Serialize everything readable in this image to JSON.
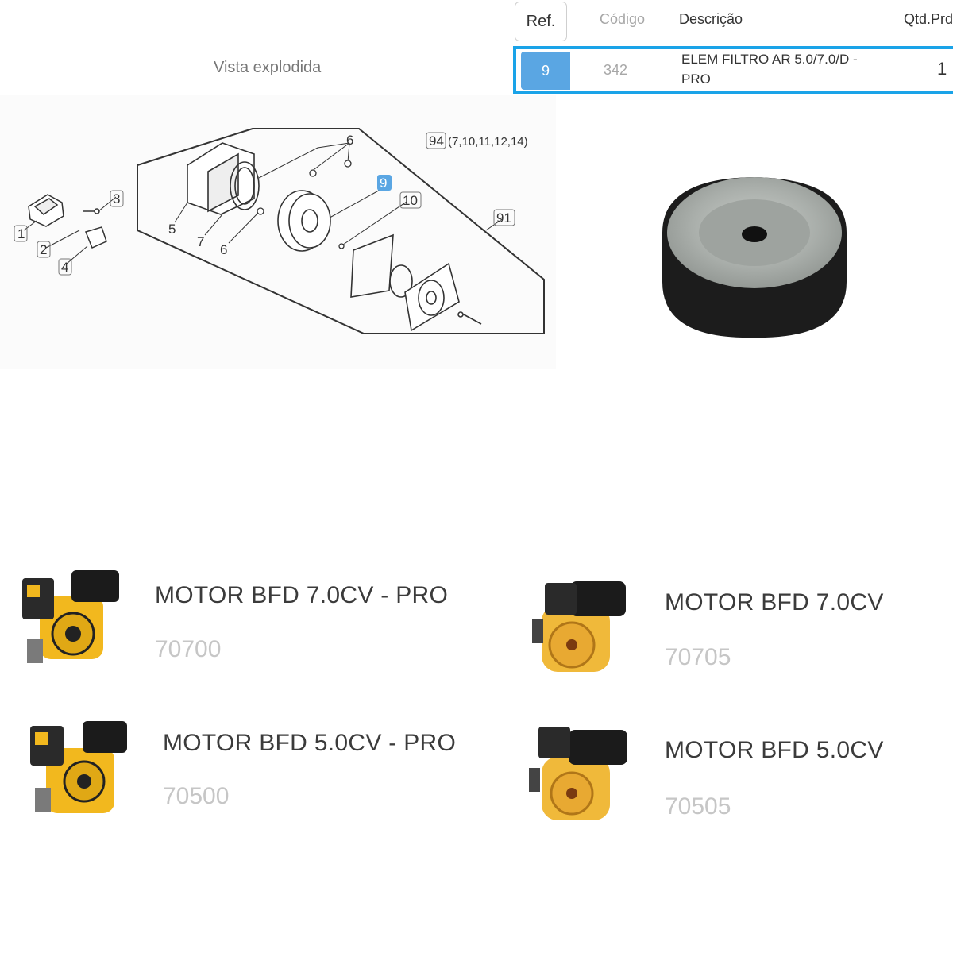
{
  "table": {
    "headers": {
      "ref": "Ref.",
      "codigo": "Código",
      "descricao": "Descrição",
      "qtd": "Qtd.Prd"
    },
    "selected_row": {
      "ref": "9",
      "codigo": "342",
      "descricao_line1": "ELEM FILTRO AR 5.0/7.0/D -",
      "descricao_line2": "PRO",
      "qtd": "1"
    }
  },
  "vista_label": "Vista explodida",
  "diagram": {
    "labels": [
      "1",
      "2",
      "3",
      "4",
      "5",
      "6",
      "6",
      "7",
      "9",
      "10",
      "91"
    ],
    "kit_number": "94",
    "kit_items": "(7,10,11,12,14)",
    "highlighted_ref": "9"
  },
  "products": [
    {
      "name": "MOTOR BFD 7.0CV - PRO",
      "code": "70700"
    },
    {
      "name": "MOTOR BFD 7.0CV",
      "code": "70705"
    },
    {
      "name": "MOTOR BFD 5.0CV - PRO",
      "code": "70500"
    },
    {
      "name": "MOTOR BFD 5.0CV",
      "code": "70505"
    }
  ],
  "colors": {
    "accent": "#1aa3e8",
    "badge": "#5aa6e3",
    "engine_yellow": "#f2b81e",
    "code_grey": "#c6c6c6"
  }
}
